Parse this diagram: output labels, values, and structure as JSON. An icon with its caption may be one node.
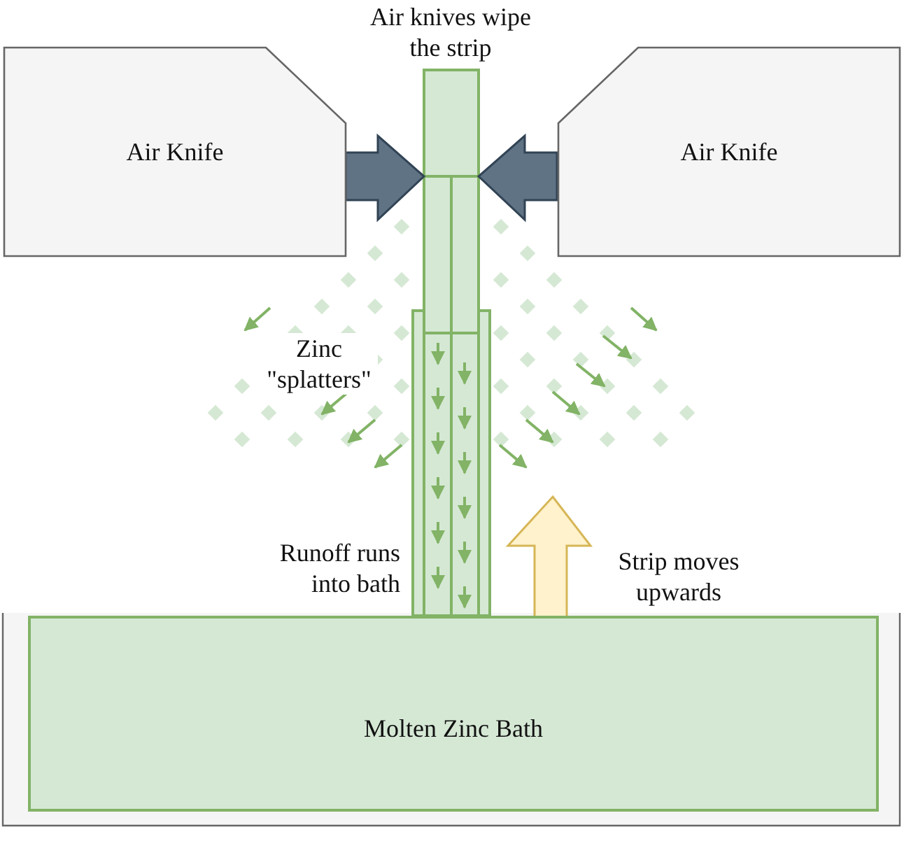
{
  "diagram": {
    "nodes": [
      {
        "text": [
          "Air Knife"
        ]
      },
      {
        "text": [
          "Air Knife"
        ]
      },
      {
        "text": [
          "Molten Zinc Bath"
        ]
      }
    ],
    "labels": [
      "Air knives wipe the strip",
      "Zinc \"splatters\"",
      "Runoff runs into bath",
      "Strip moves upwards"
    ]
  }
}
